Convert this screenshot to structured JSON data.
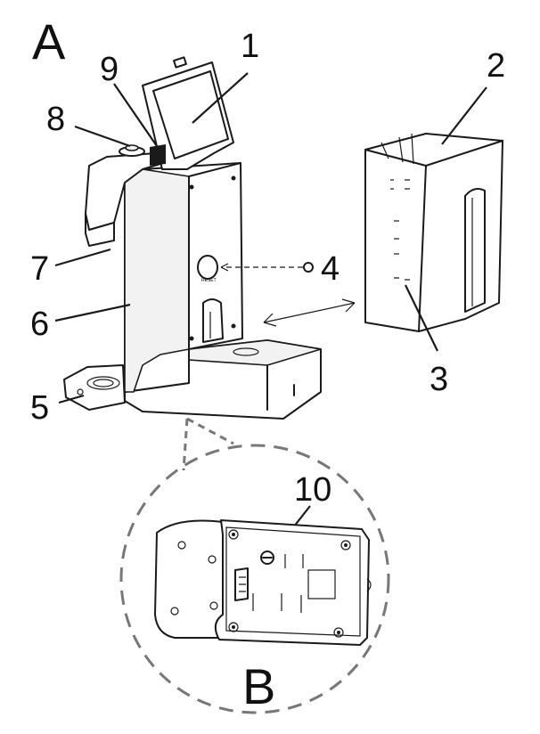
{
  "figure": {
    "view_a_label": "A",
    "view_b_label": "B",
    "callouts": [
      {
        "id": "1",
        "label": "1"
      },
      {
        "id": "2",
        "label": "2"
      },
      {
        "id": "3",
        "label": "3"
      },
      {
        "id": "4",
        "label": "4"
      },
      {
        "id": "5",
        "label": "5"
      },
      {
        "id": "6",
        "label": "6"
      },
      {
        "id": "7",
        "label": "7"
      },
      {
        "id": "8",
        "label": "8"
      },
      {
        "id": "9",
        "label": "9"
      },
      {
        "id": "10",
        "label": "10"
      }
    ]
  }
}
